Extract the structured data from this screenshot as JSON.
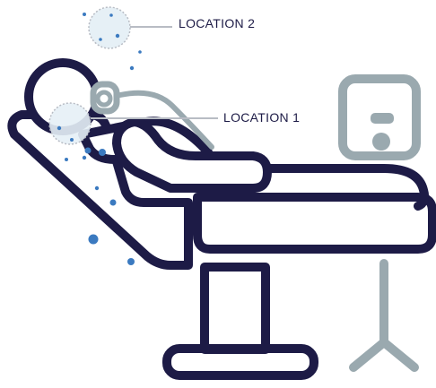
{
  "labels": {
    "location_1": "LOCATION 1",
    "location_2": "LOCATION 2"
  },
  "colors": {
    "outline": "#1d1b46",
    "equipment": "#9aa9af",
    "particle": "#3b7ac0",
    "zone_fill": "#e6f0f6",
    "zone_stroke": "#b8bcc4"
  },
  "icons": [
    "patient-figure",
    "dental-chair",
    "oxygen-mask",
    "suction-machine",
    "aerosol-particles"
  ]
}
